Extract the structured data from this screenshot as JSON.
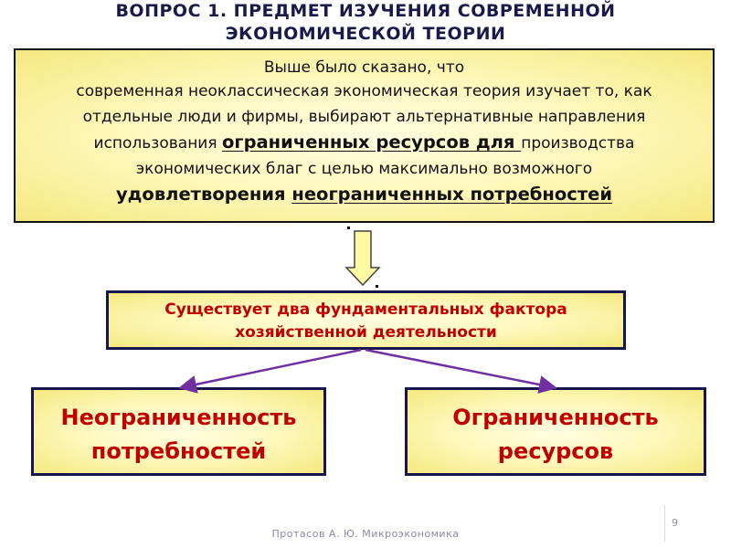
{
  "title": {
    "line1": "ВОПРОС 1. ПРЕДМЕТ ИЗУЧЕНИЯ СОВРЕМЕННОЙ",
    "line2": "ЭКОНОМИЧЕСКОЙ ТЕОРИИ"
  },
  "statement": {
    "line1": "Выше было сказано, что",
    "line2": "современная неоклассическая экономическая теория  изучает то, как",
    "line3": "отдельные люди и фирмы, выбирают альтернативные направления",
    "line4_pre": "использования ",
    "line4_emph": "ограниченных ресурсов для ",
    "line4_post": "производства",
    "line5": "экономических благ с целью  максимально возможного",
    "line6_pre": "удовлетворения ",
    "line6_emph": "неограниченных потребностей "
  },
  "factors_box": {
    "line1": "Существует два фундаментальных фактора",
    "line2": "хозяйственной деятельности"
  },
  "left_factor": {
    "line1": "Неограниченность",
    "line2": "потребностей"
  },
  "right_factor": {
    "line1": "Ограниченность",
    "line2": "ресурсов"
  },
  "footer": {
    "author": "Протасов А. Ю. Микроэкономика",
    "page_number": "9"
  },
  "colors": {
    "title": "#1a1a4a",
    "accent_red": "#c00000",
    "box_fill": "#fff9c0",
    "connector_purple": "#7030a0",
    "arrow_fill": "#fff9a0"
  }
}
